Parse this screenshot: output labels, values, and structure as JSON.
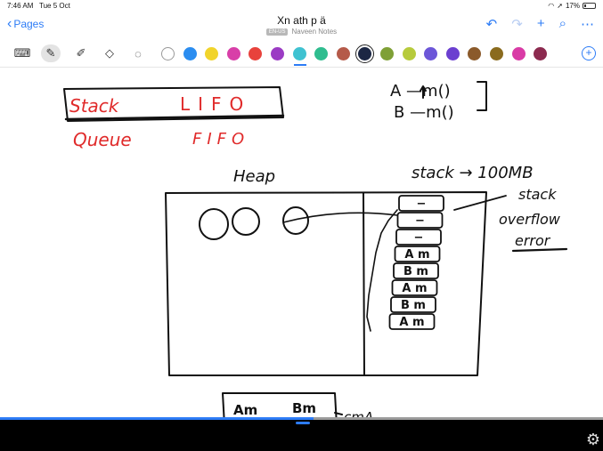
{
  "status": {
    "time": "7:46 AM",
    "date": "Tue 5 Oct",
    "battery": "17%"
  },
  "nav": {
    "back_label": "Pages",
    "title": "Xn ath p ä",
    "lang": "EN-US",
    "notebook": "Naveen Notes",
    "icons": [
      "undo-icon",
      "redo-icon",
      "add-icon",
      "search-icon",
      "more-icon"
    ]
  },
  "toolbar": {
    "tools": [
      "keyboard-icon",
      "pen-icon",
      "highlighter-icon",
      "eraser-icon",
      "lasso-icon"
    ],
    "colors": [
      "#ffffff",
      "#2b8df0",
      "#f1d42b",
      "#d83fa8",
      "#e8423c",
      "#9b3bc4",
      "#3fc2d1",
      "#2fbd8f",
      "#b55a49",
      "#1c2744",
      "#7fa036",
      "#b7cb3c",
      "#6c56d8",
      "#6b3fd0",
      "#8b5a2b",
      "#8a6b1e",
      "#d93ba6",
      "#8c2a4f"
    ],
    "selected_color": "#1c2744",
    "add_label": "+"
  },
  "note": {
    "stack": "Stack",
    "lifo": "LIFO",
    "queue": "Queue",
    "fifo": "FIFO",
    "a_line": "A —m()",
    "b_line": "B —m()",
    "heap": "Heap",
    "stack_size": "stack → 100MB",
    "so1": "stack",
    "so2": "overflow",
    "so3": "error",
    "stack_frames": [
      "−",
      "−",
      "−",
      "A m",
      "B m",
      "A m",
      "B m",
      "A m"
    ],
    "bottom_a": "Am",
    "bottom_b": "Bm",
    "bottom_cma": "cmA"
  },
  "video": {
    "progress": 0.52
  }
}
